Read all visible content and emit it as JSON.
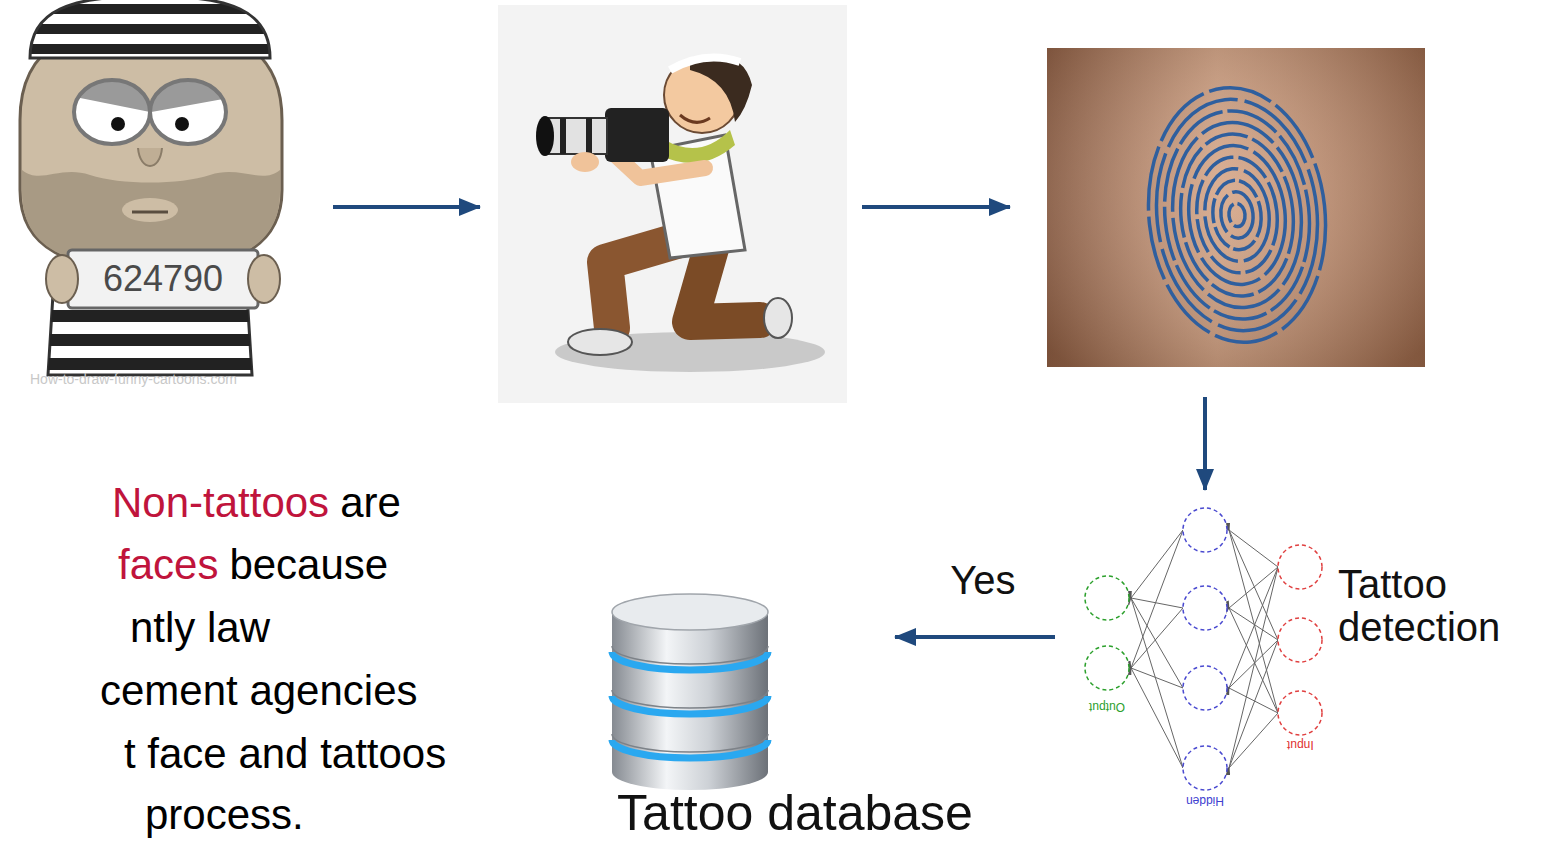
{
  "diagram": {
    "nodes": [
      {
        "text": [
          "624790"
        ]
      },
      {
        "text": []
      },
      {
        "text": []
      },
      {
        "text": [
          "Tattoo detection"
        ]
      },
      {
        "text": [
          "Tattoo database"
        ]
      }
    ],
    "edges": [
      {
        "from": 0,
        "to": 1,
        "arrow": "to"
      },
      {
        "from": 1,
        "to": 2,
        "arrow": "to"
      },
      {
        "from": 2,
        "to": 3,
        "arrow": "to"
      },
      {
        "from": 3,
        "to": 4,
        "label": "Yes",
        "arrow": "to"
      }
    ],
    "labels": [
      "How-to-draw-funny-cartoons.com",
      "Output",
      "Hidden",
      "Input",
      "Non-tattoos",
      "are",
      "faces",
      "because",
      "ntly law",
      "cement agencies",
      "t face and tattoos",
      "process."
    ]
  }
}
